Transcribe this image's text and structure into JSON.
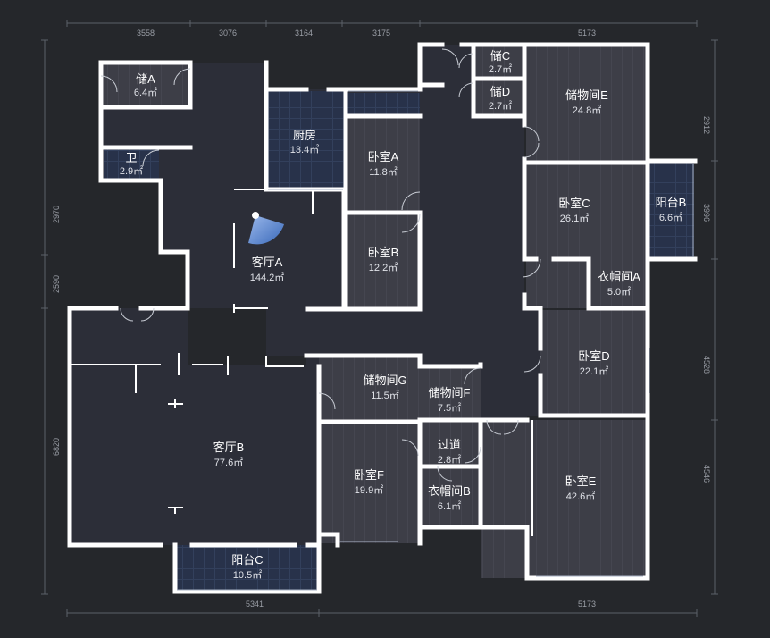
{
  "rooms": {
    "chu_a": {
      "name": "储A",
      "area": "6.4㎡"
    },
    "wei": {
      "name": "卫",
      "area": "2.9㎡"
    },
    "chufang": {
      "name": "厨房",
      "area": "13.4㎡"
    },
    "woshi_a": {
      "name": "卧室A",
      "area": "11.8㎡"
    },
    "woshi_b": {
      "name": "卧室B",
      "area": "12.2㎡"
    },
    "keting_a": {
      "name": "客厅A",
      "area": "144.2㎡"
    },
    "chu_c": {
      "name": "储C",
      "area": "2.7㎡"
    },
    "chu_d": {
      "name": "储D",
      "area": "2.7㎡"
    },
    "chuwu_e": {
      "name": "储物间E",
      "area": "24.8㎡"
    },
    "woshi_c": {
      "name": "卧室C",
      "area": "26.1㎡"
    },
    "yangtai_b": {
      "name": "阳台B",
      "area": "6.6㎡"
    },
    "yimao_a": {
      "name": "衣帽间A",
      "area": "5.0㎡"
    },
    "woshi_d": {
      "name": "卧室D",
      "area": "22.1㎡"
    },
    "chuwu_g": {
      "name": "储物间G",
      "area": "11.5㎡"
    },
    "chuwu_f": {
      "name": "储物间F",
      "area": "7.5㎡"
    },
    "guodao": {
      "name": "过道",
      "area": "2.8㎡"
    },
    "keting_b": {
      "name": "客厅B",
      "area": "77.6㎡"
    },
    "woshi_f": {
      "name": "卧室F",
      "area": "19.9㎡"
    },
    "yimao_b": {
      "name": "衣帽间B",
      "area": "6.1㎡"
    },
    "woshi_e": {
      "name": "卧室E",
      "area": "42.6㎡"
    },
    "yangtai_c": {
      "name": "阳台C",
      "area": "10.5㎡"
    }
  },
  "dimensions": {
    "top": [
      "3558",
      "3076",
      "3164",
      "3175",
      "5173"
    ],
    "bottom": [
      "5341",
      "5173"
    ],
    "left": [
      "2970",
      "2590",
      "6820"
    ],
    "right": [
      "2912",
      "3996",
      "4528",
      "4546"
    ]
  },
  "colors": {
    "background": "#25272b",
    "floor_dark": "#2d2f39",
    "floor_wood": "#3c3d46",
    "floor_tile": "#2a3348",
    "wall": "#ffffff"
  },
  "icons": {
    "viewpoint": "camera-viewpoint-icon"
  }
}
